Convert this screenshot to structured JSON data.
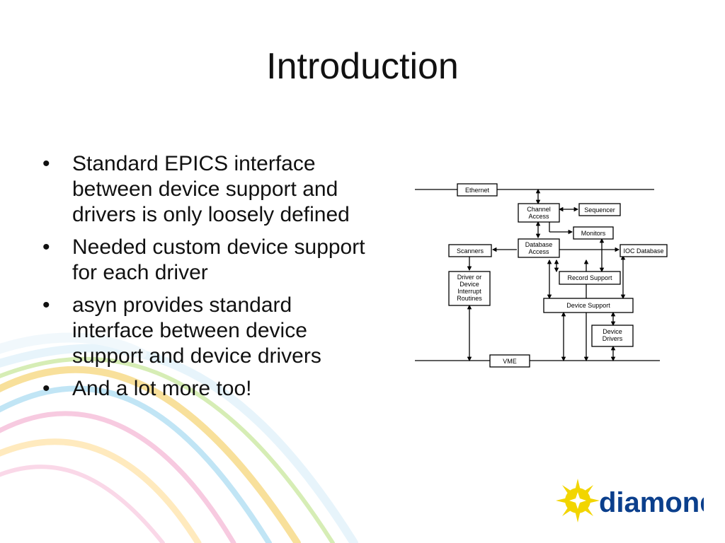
{
  "slide": {
    "title": "Introduction",
    "bullets": [
      "Standard EPICS interface between device support and drivers is only loosely defined",
      "Needed custom device support for each driver",
      "asyn provides standard interface between device support and device drivers",
      "And a lot more too!"
    ]
  },
  "diagram": {
    "boxes": {
      "ethernet": "Ethernet",
      "channel_access": [
        "Channel",
        "Access"
      ],
      "sequencer": "Sequencer",
      "monitors": "Monitors",
      "scanners": "Scanners",
      "database_access": [
        "Database",
        "Access"
      ],
      "ioc_database": "IOC Database",
      "record_support": "Record Support",
      "driver_routines": [
        "Driver or",
        "Device",
        "Interrupt",
        "Routines"
      ],
      "device_support": "Device Support",
      "device_drivers": [
        "Device",
        "Drivers"
      ],
      "vme": "VME"
    }
  },
  "logo": {
    "text": "diamond",
    "colors": {
      "star": "#f2d500",
      "text": "#0b3f8c"
    }
  }
}
